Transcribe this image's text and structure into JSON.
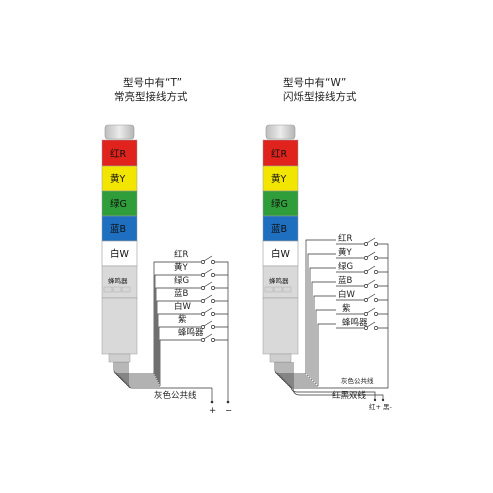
{
  "left": {
    "title_line1": "型号中有“T”",
    "title_line2": "常亮型接线方式",
    "segments": [
      "红R",
      "黄Y",
      "绿G",
      "蓝B",
      "白W",
      "蜂鸣器"
    ],
    "wires": [
      "红R",
      "黄Y",
      "绿G",
      "蓝B",
      "白W",
      "紫",
      "蜂鸣器"
    ],
    "common": "灰色公共线",
    "plus": "+",
    "minus": "−"
  },
  "right": {
    "title_line1": "型号中有“W”",
    "title_line2": "闪烁型接线方式",
    "segments": [
      "红R",
      "黄Y",
      "绿G",
      "蓝B",
      "白W",
      "蜂鸣器"
    ],
    "wires": [
      "红R",
      "黄Y",
      "绿G",
      "蓝B",
      "白W",
      "紫",
      "蜂鸣器"
    ],
    "common": "灰色公共线",
    "flash": "红黑双线",
    "flash_terms": "红+ 黑-"
  },
  "colors": {
    "red": "#e0231c",
    "yellow": "#f2e600",
    "green": "#2f9e3a",
    "blue": "#1e6fc0",
    "white": "#ffffff",
    "body": "#d9d9d9"
  }
}
